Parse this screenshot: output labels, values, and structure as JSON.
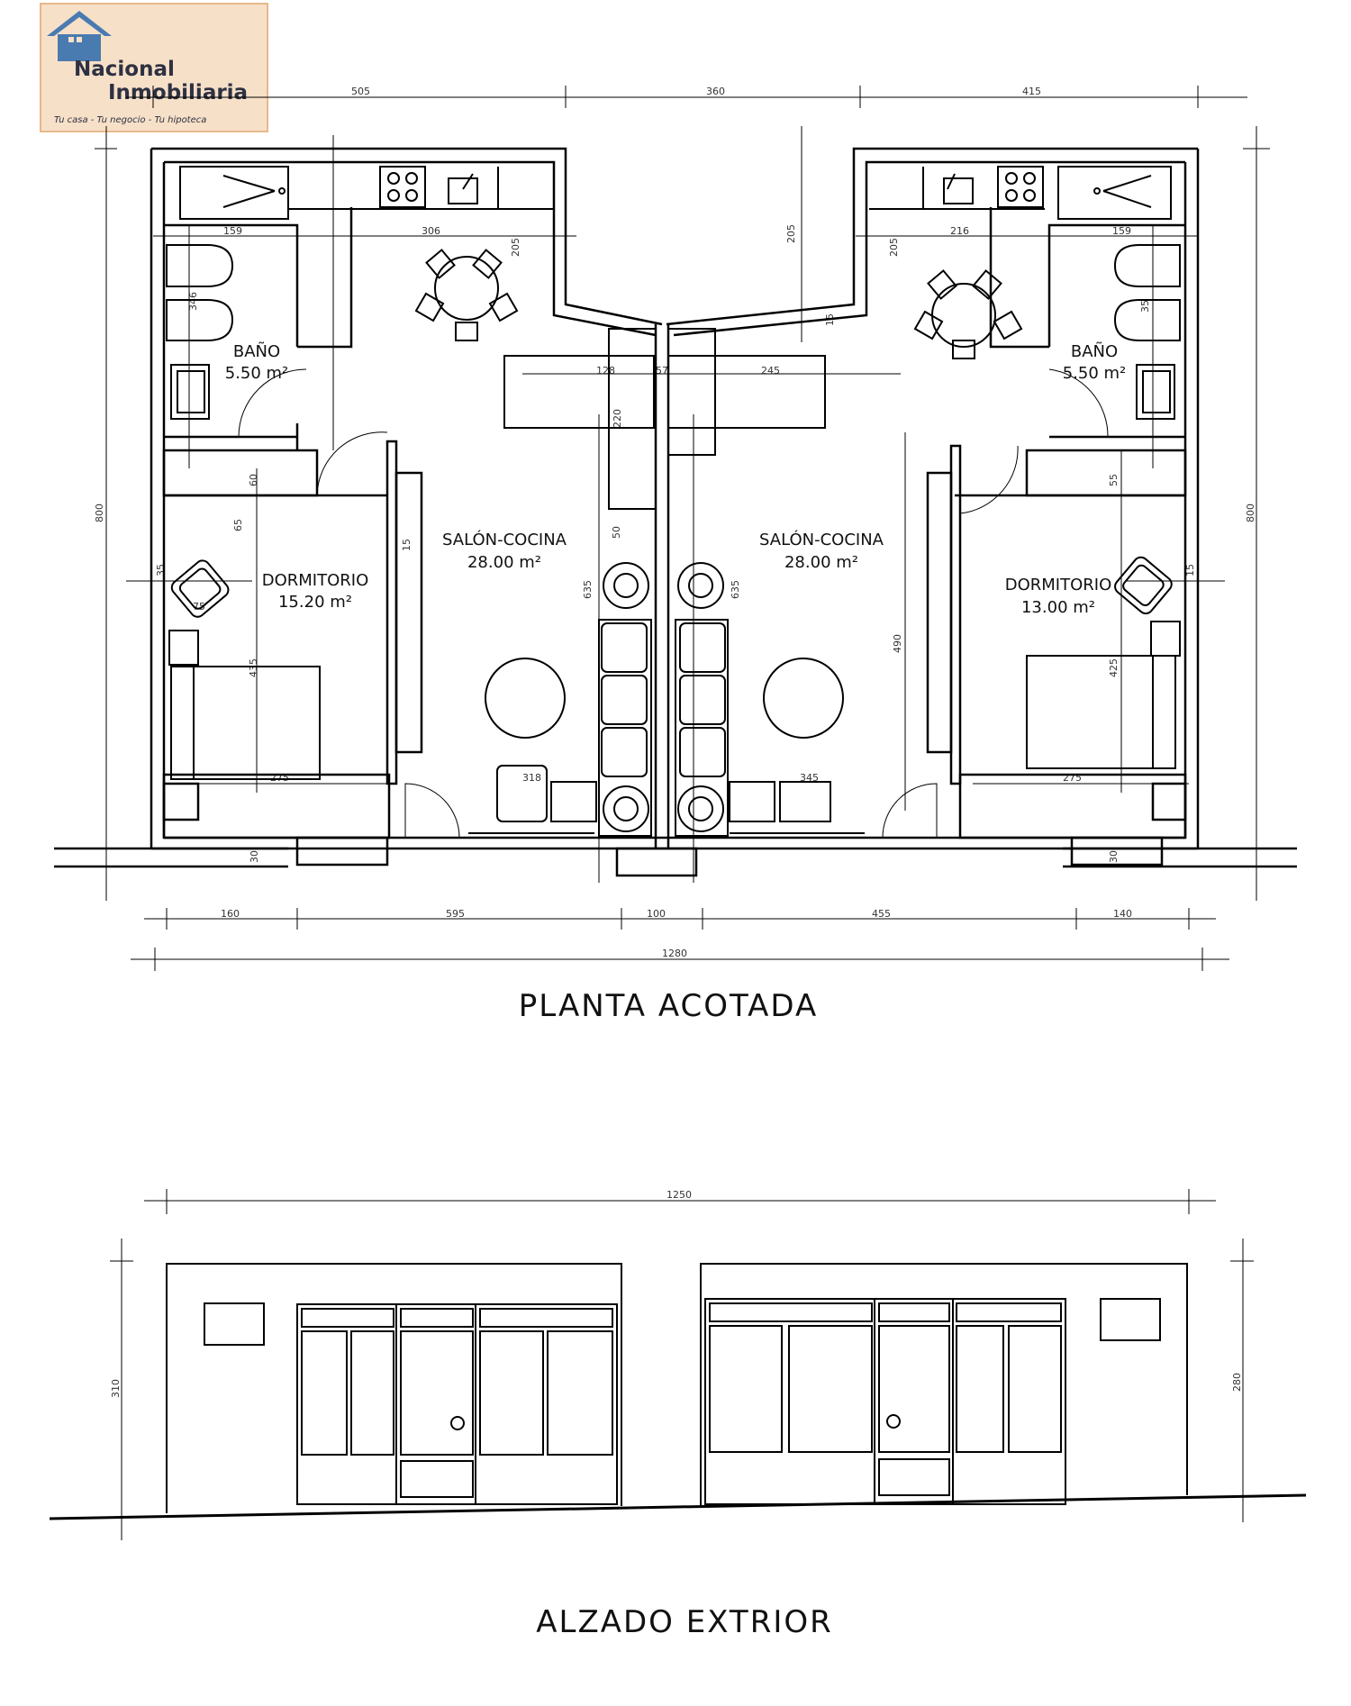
{
  "logo": {
    "name_line1": "Nacional",
    "name_line2": "Inmobiliaria",
    "tagline": "Tu casa - Tu negocio - Tu hipoteca",
    "bg_color": "#f7e0c8",
    "house_color": "#4a7bb0"
  },
  "plan": {
    "caption": "PLANTA ACOTADA",
    "left_unit": {
      "bath": {
        "name": "BAÑO",
        "area": "5.50 m²"
      },
      "bedroom": {
        "name": "DORMITORIO",
        "area": "15.20 m²"
      },
      "living": {
        "name": "SALÓN-COCINA",
        "area": "28.00 m²"
      }
    },
    "right_unit": {
      "bath": {
        "name": "BAÑO",
        "area": "5.50 m²"
      },
      "bedroom": {
        "name": "DORMITORIO",
        "area": "13.00 m²"
      },
      "living": {
        "name": "SALÓN-COCINA",
        "area": "28.00 m²"
      }
    },
    "dims": {
      "top_left": "505",
      "top_mid": "360",
      "top_right": "415",
      "left_height": "800",
      "right_height": "800",
      "bath_l_w": "159",
      "kitchen_l_w": "306",
      "kitchen_l_d": "205",
      "bath_l_h": "346",
      "mid_l": "128",
      "mid_c": "57",
      "mid_r": "245",
      "core_h": "220",
      "core_w": "50",
      "door_l": "60",
      "door_l2": "65",
      "bed_l_a": "35",
      "chair_l": "75",
      "bed_l_h": "435",
      "wall_l": "15",
      "liv_l_h": "635",
      "liv_r_h": "635",
      "liv_r_h2": "490",
      "bed_l_w": "275",
      "liv_l_w": "318",
      "liv_r_w": "345",
      "bed_r_w": "275",
      "bath_r_w": "159",
      "kitchen_r_w": "216",
      "kitchen_r_d": "205",
      "kitchen_r_d2": "205",
      "bath_r_h": "35",
      "wall_r": "15",
      "door_r": "55",
      "bed_r_a": "15",
      "bed_r_h": "425",
      "foot_l": "30",
      "foot_r": "30",
      "bot_1": "160",
      "bot_2": "595",
      "bot_3": "100",
      "bot_4": "455",
      "bot_5": "140",
      "total": "1280"
    }
  },
  "elevation": {
    "caption": "ALZADO EXTRIOR",
    "dims": {
      "width": "1250",
      "left_height": "310",
      "right_height": "280"
    }
  }
}
